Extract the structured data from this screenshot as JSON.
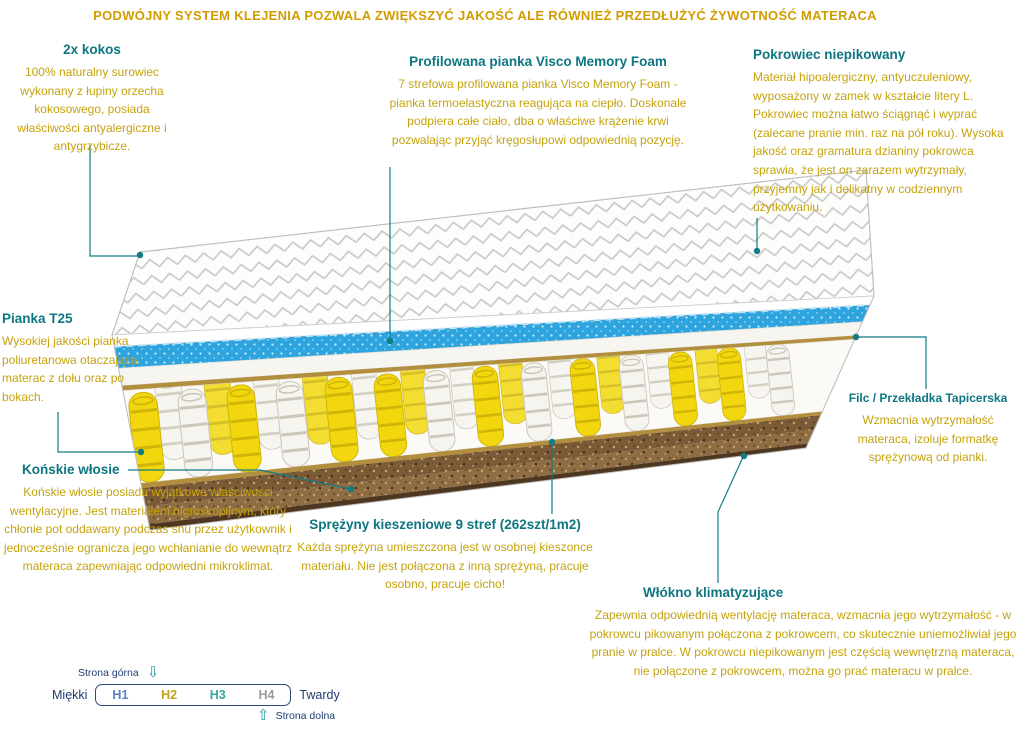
{
  "banner": {
    "text": "PODWÓJNY SYSTEM KLEJENIA POZWALA ZWIĘKSZYĆ JAKOŚĆ ALE RÓWNIEŻ PRZEDŁUŻYĆ ŻYWOTNOŚĆ MATERACA"
  },
  "annotations": {
    "kokos": {
      "title": "2x kokos",
      "body": "100% naturalny surowiec wykonany z łupiny orzecha kokosowego, posiada właściwości antyalergiczne i antygrzybicze."
    },
    "profilowana": {
      "title": "Profilowana pianka Visco Memory Foam",
      "body": "7 strefowa profilowana pianka Visco Memory Foam - pianka termoelastyczna reagująca na ciepło.  Doskonale podpiera całe ciało, dba o właściwe krążenie krwi pozwalając przyjąć kręgosłupowi odpowiednią pozycję."
    },
    "pokrowiec": {
      "title": "Pokrowiec niepikowany",
      "body": "Materiał hipoalergiczny, antyuczuleniowy, wyposażony w zamek w kształcie litery L. Pokrowiec można łatwo ściągnąć i wyprać (zalecane pranie min.  raz na pół roku). Wysoka jakość oraz gramatura dzianiny pokrowca sprawia, że jest on zarazem wytrzymały, przyjemny jak i delikatny w codziennym użytkowaniu."
    },
    "pianka_t25": {
      "title": "Pianka T25",
      "body": "Wysokiej jakości pianka poliuretanowa otaczająca materac z dołu oraz po bokach."
    },
    "konskie": {
      "title": "Końskie włosie",
      "body": "Końskie włosie posiada wyjątkowe właściwości wentylacyjne. Jest materiałem higroskopijnym, który chłonie pot oddawany podczas snu przez użytkownik i jednocześnie ogranicza jego wchłanianie do wewnątrz materaca zapewniając odpowiedni mikroklimat."
    },
    "sprezyny": {
      "title": "Sprężyny kieszeniowe 9 stref (262szt/1m2)",
      "body": "Każda sprężyna umieszczona jest w osobnej kieszonce materiału. Nie jest połączona z inną sprężyną, pracuje osobno, pracuje cicho!"
    },
    "filc": {
      "title": "Filc / Przekładka Tapicerska",
      "body": "Wzmacnia wytrzymałość materaca, izoluje formatkę sprężynową od pianki."
    },
    "wlokno": {
      "title": "Włókno klimatyzujące",
      "body": "Zapewnia odpowiednią wentylację materaca, wzmacnia jego wytrzymałość - w pokrowcu pikowanym połączona z pokrowcem, co skutecznie uniemożliwiał jego pranie w pralce. W pokrowcu niepikowanym jest częścią wewnętrzną materaca, nie połączone z pokrowcem, można go prać materacu w pralce."
    }
  },
  "scale": {
    "top_label": "Strona górna",
    "bottom_label": "Strona dolna",
    "soft_label": "Miękki",
    "hard_label": "Twardy",
    "arrow_down": "⇩",
    "arrow_up": "⇧",
    "levels": [
      {
        "label": "H1",
        "color": "#5b7fc0"
      },
      {
        "label": "H2",
        "color": "#c3a117"
      },
      {
        "label": "H3",
        "color": "#37a79c"
      },
      {
        "label": "H4",
        "color": "#9b9b9b"
      }
    ]
  },
  "colors": {
    "heading_teal": "#0d7680",
    "body_gold": "#c5a30b",
    "banner_gold": "#d19c00",
    "navy": "#1f3c70",
    "connector_teal": "#127b84",
    "visco_blue": "#2da4de",
    "spring_yellow": "#f2d70f",
    "coconut_brown": "#7b5a38"
  }
}
